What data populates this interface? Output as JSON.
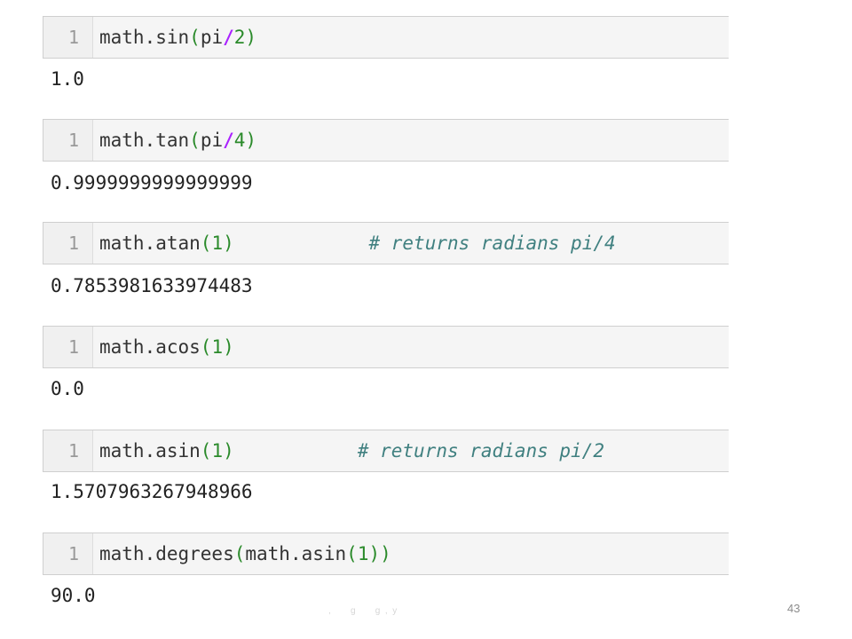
{
  "cells": [
    {
      "line_number": "1",
      "code": [
        {
          "t": "math.sin",
          "k": "name"
        },
        {
          "t": "(",
          "k": "paren"
        },
        {
          "t": "pi",
          "k": "name"
        },
        {
          "t": "/",
          "k": "op"
        },
        {
          "t": "2",
          "k": "num"
        },
        {
          "t": ")",
          "k": "paren"
        }
      ],
      "output": "1.0"
    },
    {
      "line_number": "1",
      "code": [
        {
          "t": "math.tan",
          "k": "name"
        },
        {
          "t": "(",
          "k": "paren"
        },
        {
          "t": "pi",
          "k": "name"
        },
        {
          "t": "/",
          "k": "op"
        },
        {
          "t": "4",
          "k": "num"
        },
        {
          "t": ")",
          "k": "paren"
        }
      ],
      "output": "0.9999999999999999"
    },
    {
      "line_number": "1",
      "code": [
        {
          "t": "math.atan",
          "k": "name"
        },
        {
          "t": "(",
          "k": "paren"
        },
        {
          "t": "1",
          "k": "num"
        },
        {
          "t": ")",
          "k": "paren"
        },
        {
          "t": "            ",
          "k": "space"
        },
        {
          "t": "# returns radians pi/4",
          "k": "comment"
        }
      ],
      "output": "0.7853981633974483"
    },
    {
      "line_number": "1",
      "code": [
        {
          "t": "math.acos",
          "k": "name"
        },
        {
          "t": "(",
          "k": "paren"
        },
        {
          "t": "1",
          "k": "num"
        },
        {
          "t": ")",
          "k": "paren"
        }
      ],
      "output": "0.0"
    },
    {
      "line_number": "1",
      "code": [
        {
          "t": "math.asin",
          "k": "name"
        },
        {
          "t": "(",
          "k": "paren"
        },
        {
          "t": "1",
          "k": "num"
        },
        {
          "t": ")",
          "k": "paren"
        },
        {
          "t": "           ",
          "k": "space"
        },
        {
          "t": "# returns radians pi/2",
          "k": "comment"
        }
      ],
      "output": "1.5707963267948966"
    },
    {
      "line_number": "1",
      "code": [
        {
          "t": "math.degrees",
          "k": "name"
        },
        {
          "t": "(",
          "k": "paren"
        },
        {
          "t": "math.asin",
          "k": "name"
        },
        {
          "t": "(",
          "k": "paren"
        },
        {
          "t": "1",
          "k": "num"
        },
        {
          "t": "))",
          "k": "paren"
        }
      ],
      "output": "90.0"
    }
  ],
  "footer": {
    "text": ",        g        g  ,  y",
    "slide_number": "43"
  },
  "colors": {
    "cell_background": "#f5f5f5",
    "cell_border": "#cfcfcf",
    "gutter_text": "#999999",
    "paren_and_number": "#2a8a2a",
    "operator": "#aa22ff",
    "comment": "#408080",
    "output_text": "#222222"
  }
}
